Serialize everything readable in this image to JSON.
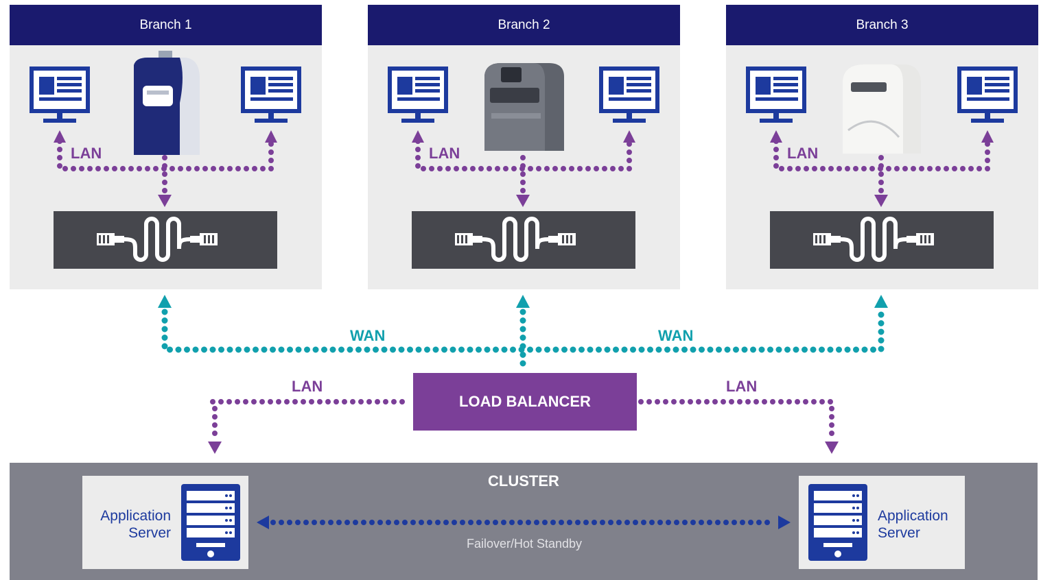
{
  "branches": [
    {
      "title": "Branch 1",
      "lan_label": "LAN",
      "machine": "banknote-counter-icon"
    },
    {
      "title": "Branch 2",
      "lan_label": "LAN",
      "machine": "banknote-counter-icon"
    },
    {
      "title": "Branch 3",
      "lan_label": "LAN",
      "machine": "banknote-counter-icon"
    }
  ],
  "wan": {
    "left_label": "WAN",
    "right_label": "WAN"
  },
  "load_balancer": {
    "label": "LOAD BALANCER",
    "left_lan_label": "LAN",
    "right_lan_label": "LAN"
  },
  "cluster": {
    "title": "CLUSTER",
    "servers": [
      {
        "label": "Application\nServer"
      },
      {
        "label": "Application\nServer"
      }
    ],
    "failover_label": "Failover/Hot Standby"
  },
  "colors": {
    "header": "#1a1a6e",
    "panel": "#ececec",
    "lan": "#7b3f98",
    "wan": "#11a0ad",
    "server": "#1d3a9e",
    "cluster": "#80818b",
    "cable_box": "#46474d"
  }
}
